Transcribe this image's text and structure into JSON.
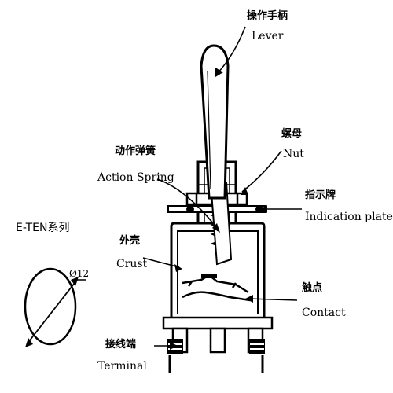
{
  "labels": {
    "lever": {
      "cn": "操作手柄",
      "en": "Lever"
    },
    "nut": {
      "cn": "螺母",
      "en": "Nut"
    },
    "action_spring": {
      "cn": "动作弹簧",
      "en": "Action Spring"
    },
    "indication_plate": {
      "cn": "指示牌",
      "en": "Indication plate"
    },
    "crust": {
      "cn": "外壳",
      "en": "Crust"
    },
    "contact": {
      "cn": "触点",
      "en": "Contact"
    },
    "terminal": {
      "cn": "接线端",
      "en": "Terminal"
    }
  },
  "series_label": "E-TEN系列",
  "hole_diameter": "Ø12"
}
